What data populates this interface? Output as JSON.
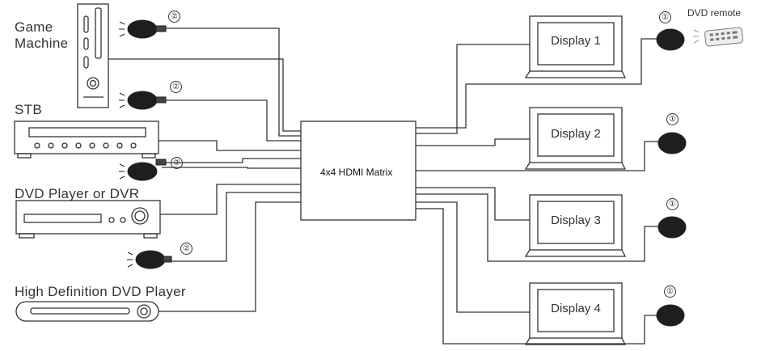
{
  "matrix": {
    "label": "4x4 HDMI Matrix"
  },
  "sources": [
    {
      "label": "Game\nMachine"
    },
    {
      "label": "STB"
    },
    {
      "label": "DVD Player or DVR"
    },
    {
      "label": "High Definition DVD Player"
    }
  ],
  "displays": [
    {
      "label": "Display  1"
    },
    {
      "label": "Display  2"
    },
    {
      "label": "Display  3"
    },
    {
      "label": "Display  4"
    }
  ],
  "remote": {
    "label": "DVD remote"
  },
  "markers": {
    "receiver": "①",
    "transmitter": "②"
  },
  "colors": {
    "line": "#333333",
    "device_fill": "#ffffff",
    "sensor": "#1e1e1e"
  }
}
